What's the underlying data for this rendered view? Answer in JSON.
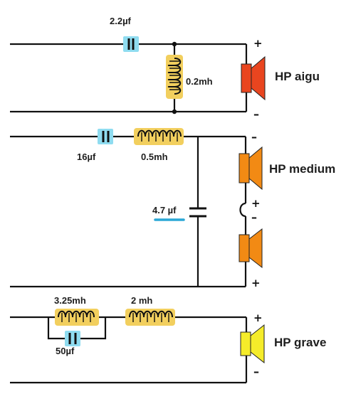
{
  "colors": {
    "wire": "#111111",
    "capacitor_highlight": "#8fdcf0",
    "inductor_highlight": "#f2cf5e",
    "tweeter": "#e9451f",
    "midrange": "#f28a14",
    "woofer": "#f5ec2a",
    "underline": "#2aa7d6"
  },
  "tweeter_section": {
    "capacitor_label": "2.2µf",
    "inductor_label": "0.2mh",
    "speaker_label": "HP aigu",
    "plus": "+",
    "minus": "–"
  },
  "midrange_section": {
    "capacitor_label": "16µf",
    "inductor_label": "0.5mh",
    "shunt_capacitor_label": "4.7  µf",
    "speaker_label": "HP medium",
    "upper_minus": "–",
    "upper_plus": "+",
    "lower_minus": "–",
    "lower_plus": "+"
  },
  "woofer_section": {
    "inductor1_label": "3.25mh",
    "capacitor_label": "50µf",
    "inductor2_label": "2 mh",
    "speaker_label": "HP grave",
    "plus": "+",
    "minus": "–"
  }
}
